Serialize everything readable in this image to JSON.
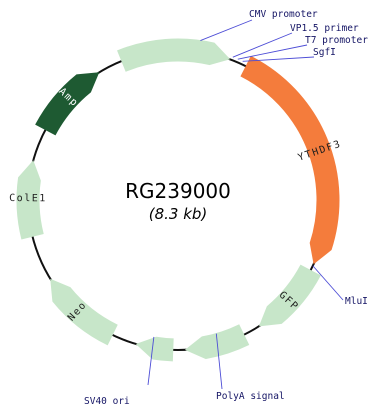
{
  "plasmid": {
    "name": "RG239000",
    "size_label": "(8.3 kb)",
    "colors": {
      "backbone": "#111111",
      "feature_light": "#c7e6c9",
      "feature_dark": "#1e5a32",
      "insert": "#f47c3c",
      "label_line": "#4d4dd6",
      "label_text": "#151565"
    },
    "features": [
      {
        "id": "cmv-promoter",
        "label": "CMV promoter",
        "start": 338,
        "end": 20,
        "color": "light",
        "label_pos": "outside"
      },
      {
        "id": "ythdf3",
        "label": "YTHDF3",
        "start": 27,
        "end": 115,
        "color": "insert",
        "label_pos": "inside"
      },
      {
        "id": "gfp",
        "label": "GFP",
        "start": 118,
        "end": 147,
        "color": "light",
        "label_pos": "inside"
      },
      {
        "id": "polya-signal",
        "label": "PolyA signal",
        "start": 154,
        "end": 177,
        "color": "light",
        "label_pos": "outside"
      },
      {
        "id": "sv40-ori",
        "label": "SV40 ori",
        "start": 182,
        "end": 196,
        "color": "light",
        "label_pos": "outside"
      },
      {
        "id": "neo",
        "label": "Neo",
        "start": 206,
        "end": 238,
        "color": "light",
        "label_pos": "inside"
      },
      {
        "id": "cole1",
        "label": "ColE1",
        "start": 256,
        "end": 285,
        "color": "light",
        "label_pos": "inside"
      },
      {
        "id": "amp",
        "label": "Amp",
        "start": 298,
        "end": 328,
        "color": "dark",
        "label_pos": "inside"
      }
    ],
    "sites": [
      {
        "id": "vp15-primer",
        "label": "VP1.5 primer"
      },
      {
        "id": "t7-promoter",
        "label": "T7 promoter"
      },
      {
        "id": "sgfi",
        "label": "SgfI"
      },
      {
        "id": "mlui",
        "label": "MluI"
      }
    ]
  }
}
